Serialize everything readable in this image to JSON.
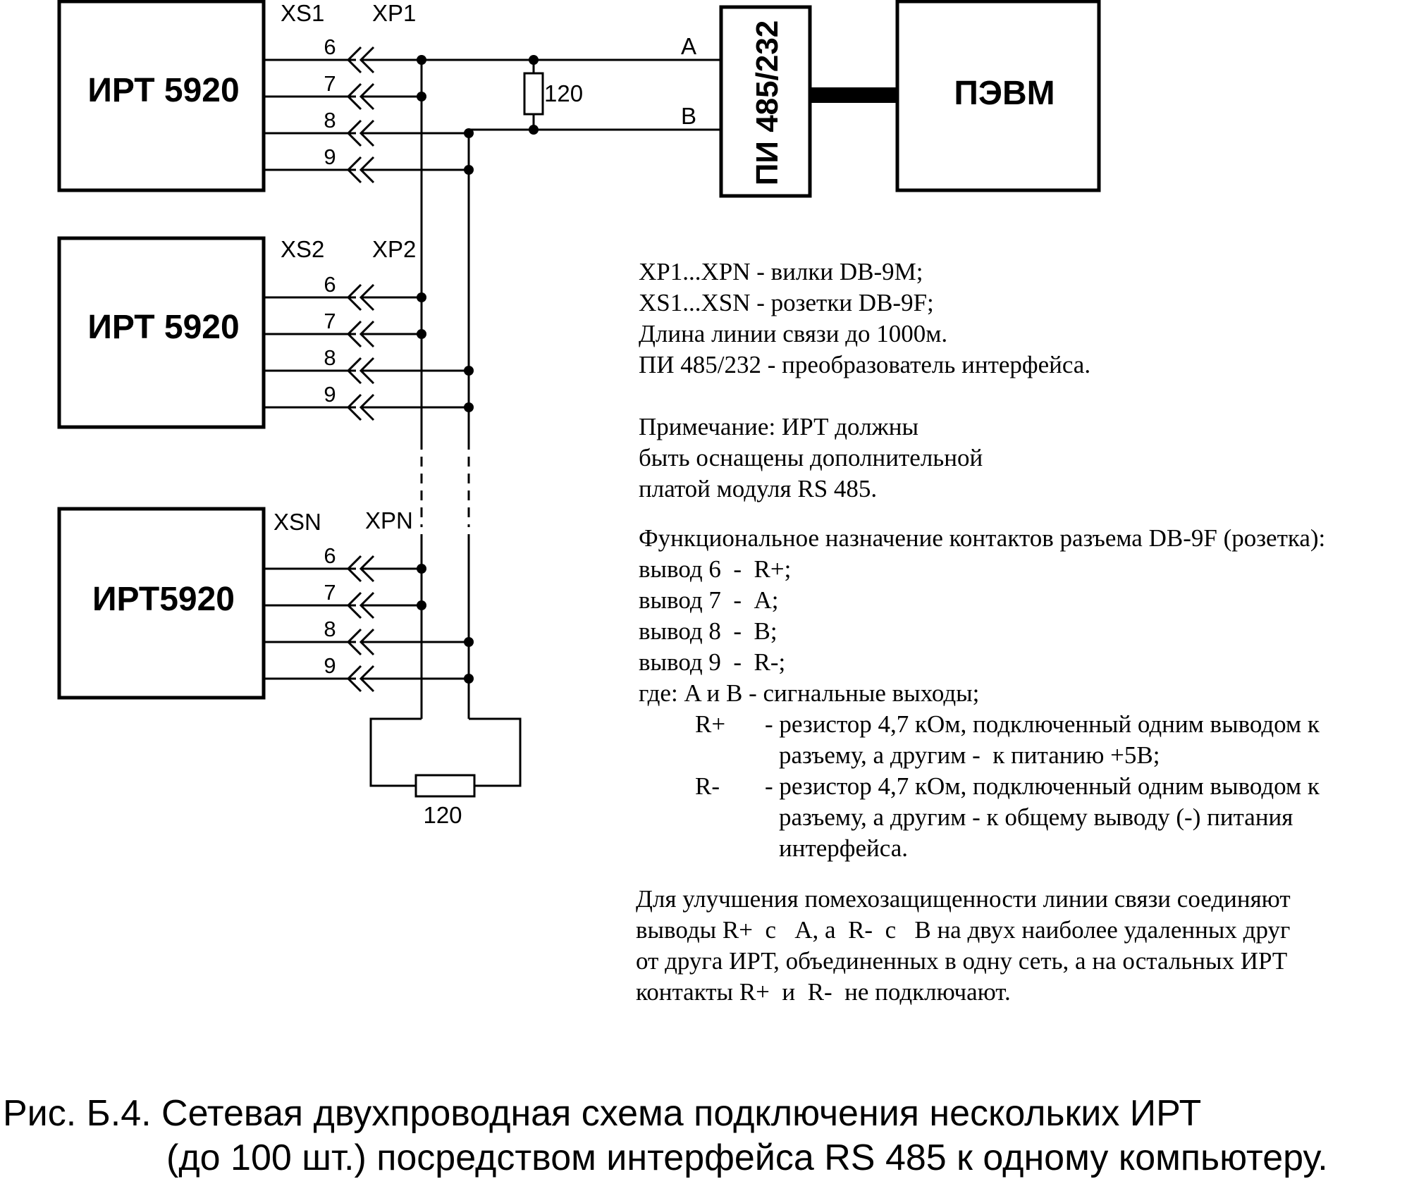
{
  "devices": [
    {
      "name": "ИРТ 5920",
      "socket": "XS1",
      "plug": "XP1"
    },
    {
      "name": "ИРТ 5920",
      "socket": "XS2",
      "plug": "XP2"
    },
    {
      "name": "ИРТ5920",
      "socket": "XSN",
      "plug": "XPN"
    }
  ],
  "pins": [
    "6",
    "7",
    "8",
    "9"
  ],
  "converter": "ПИ 485/232",
  "pc": "ПЭВМ",
  "line_a": "A",
  "line_b": "B",
  "resistor_top": "120",
  "resistor_bottom": "120",
  "notes": {
    "legend": [
      "XP1...XPN - вилки DB-9M;",
      "XS1...XSN - розетки DB-9F;",
      "Длина линии связи до 1000м.",
      "ПИ 485/232 - преобразователь интерфейса."
    ],
    "remark": [
      "Примечание: ИРТ должны",
      "быть оснащены дополнительной",
      "платой модуля RS 485."
    ],
    "pinout_title": "Функциональное назначение контактов разъема DB-9F (розетка):",
    "pinout": [
      "вывод 6  -  R+;",
      "вывод 7  -  A;",
      "вывод 8  -  B;",
      "вывод 9  -  R-;"
    ],
    "where": "где: A и B - сигнальные выходы;",
    "rplus_sym": "R+",
    "rplus_desc": [
      "- резистор 4,7 кОм, подключенный одним выводом к",
      "разъему, а другим -  к питанию +5В;"
    ],
    "rminus_sym": "R-",
    "rminus_desc": [
      "- резистор 4,7 кОм, подключенный одним выводом к",
      "разъему, а другим - к общему выводу (-) питания",
      "интерфейса."
    ],
    "improve": [
      "Для улучшения помехозащищенности линии связи соединяют",
      "выводы R+  с   A, а  R-  с   B на двух наиболее удаленных друг",
      "от друга ИРТ, объединенных в одну сеть, а на остальных ИРТ",
      "контакты R+  и  R-  не подключают."
    ]
  },
  "caption": [
    "Рис. Б.4. Сетевая двухпроводная схема подключения нескольких ИРТ",
    "(до 100 шт.) посредством интерфейса RS 485 к одному компьютеру."
  ]
}
